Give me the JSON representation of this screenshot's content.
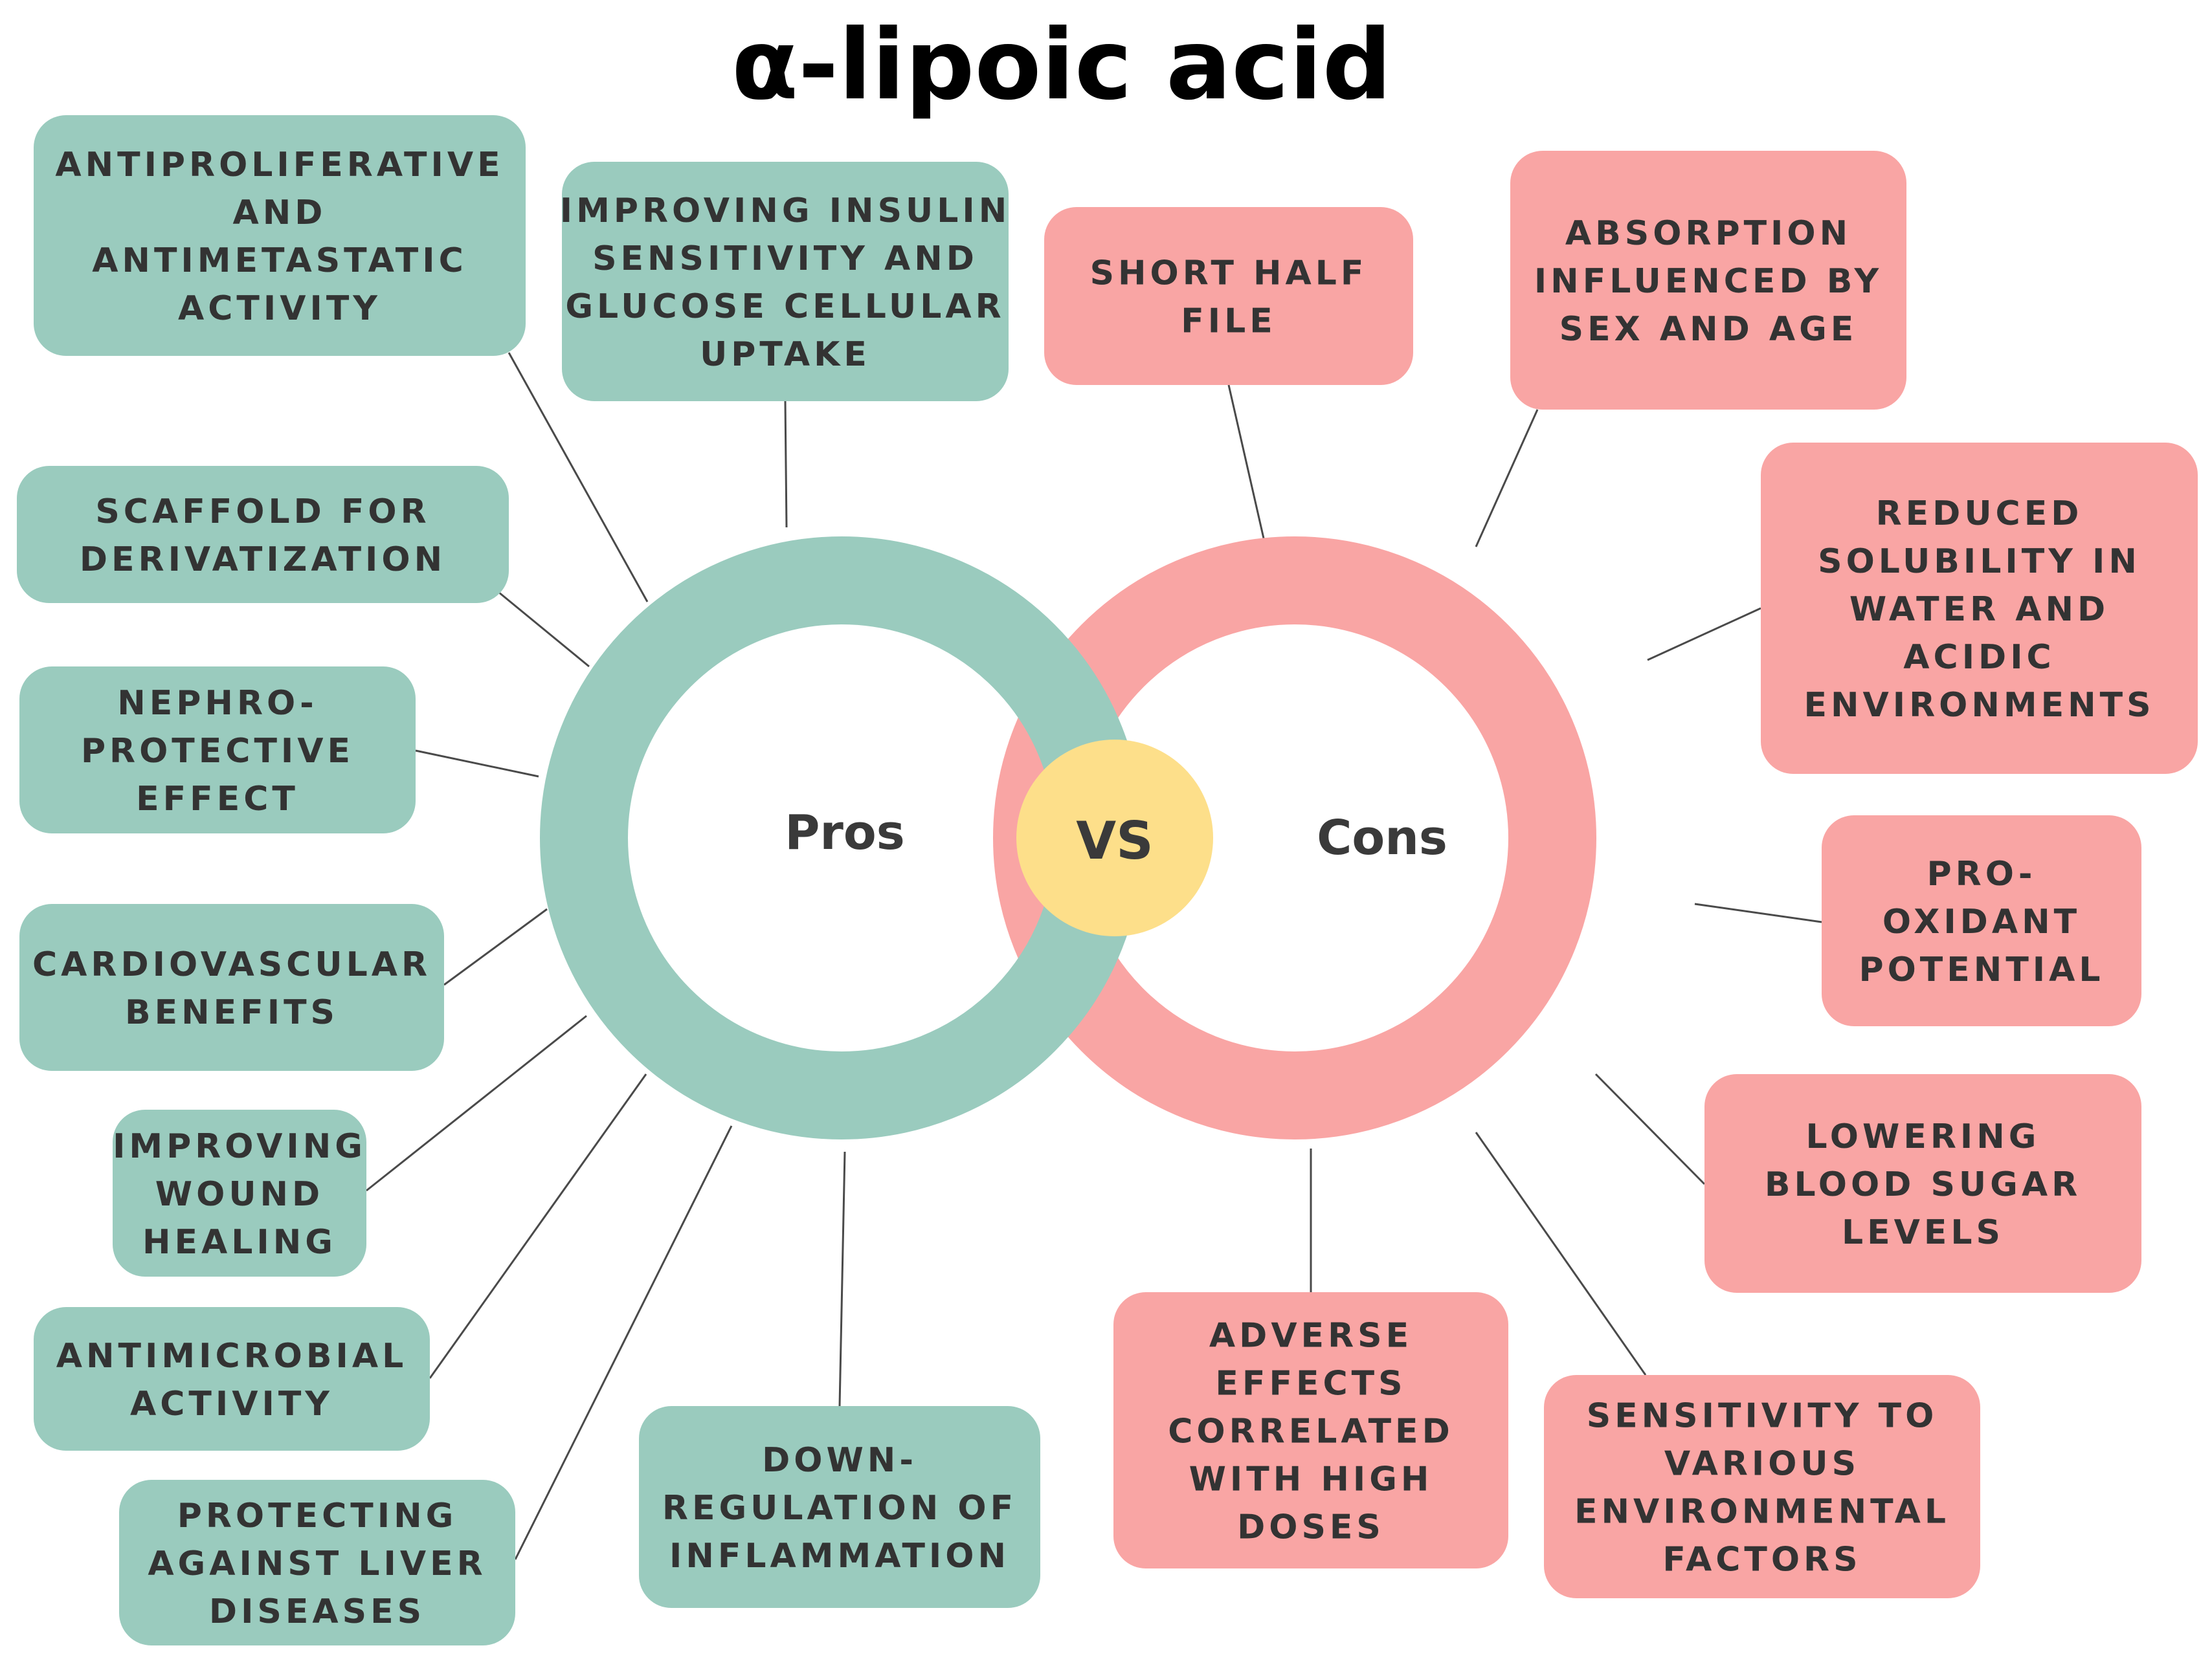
{
  "title": "α-lipoic acid",
  "hubs": {
    "pros": "Pros",
    "vs": "VS",
    "cons": "Cons"
  },
  "colors": {
    "pros": "#9ACBBE",
    "cons": "#F9A5A4",
    "vs": "#FDDF8A",
    "text": "#333333",
    "line": "#4a4a4a"
  },
  "pros": [
    {
      "id": "antiproliferative",
      "lines": [
        "ANTIPROLIFERATIVE",
        "AND",
        "ANTIMETASTATIC",
        "ACTIVITY"
      ]
    },
    {
      "id": "insulin",
      "lines": [
        "IMPROVING INSULIN",
        "SENSITIVITY AND",
        "GLUCOSE CELLULAR",
        "UPTAKE"
      ]
    },
    {
      "id": "scaffold",
      "lines": [
        "SCAFFOLD FOR",
        "DERIVATIZATION"
      ]
    },
    {
      "id": "nephro",
      "lines": [
        "NEPHRO-",
        "PROTECTIVE",
        "EFFECT"
      ]
    },
    {
      "id": "cardio",
      "lines": [
        "CARDIOVASCULAR",
        "BENEFITS"
      ]
    },
    {
      "id": "wound",
      "lines": [
        "IMPROVING",
        "WOUND",
        "HEALING"
      ]
    },
    {
      "id": "antimicrobial",
      "lines": [
        "ANTIMICROBIAL",
        "ACTIVITY"
      ]
    },
    {
      "id": "liver",
      "lines": [
        "PROTECTING",
        "AGAINST LIVER",
        "DISEASES"
      ]
    },
    {
      "id": "inflammation",
      "lines": [
        "DOWN-",
        "REGULATION OF",
        "INFLAMMATION"
      ]
    }
  ],
  "cons": [
    {
      "id": "half-life",
      "lines": [
        "SHORT HALF",
        "FILE"
      ]
    },
    {
      "id": "absorption",
      "lines": [
        "ABSORPTION",
        "INFLUENCED BY",
        "SEX AND AGE"
      ]
    },
    {
      "id": "solubility",
      "lines": [
        "REDUCED",
        "SOLUBILITY IN",
        "WATER AND",
        "ACIDIC",
        "ENVIRONMENTS"
      ]
    },
    {
      "id": "prooxidant",
      "lines": [
        "PRO-",
        "OXIDANT",
        "POTENTIAL"
      ]
    },
    {
      "id": "blood-sugar",
      "lines": [
        "LOWERING",
        "BLOOD SUGAR",
        "LEVELS"
      ]
    },
    {
      "id": "sensitivity",
      "lines": [
        "SENSITIVITY TO",
        "VARIOUS",
        "ENVIRONMENTAL",
        "FACTORS"
      ]
    },
    {
      "id": "adverse",
      "lines": [
        "ADVERSE",
        "EFFECTS",
        "CORRELATED",
        "WITH HIGH",
        "DOSES"
      ]
    }
  ]
}
